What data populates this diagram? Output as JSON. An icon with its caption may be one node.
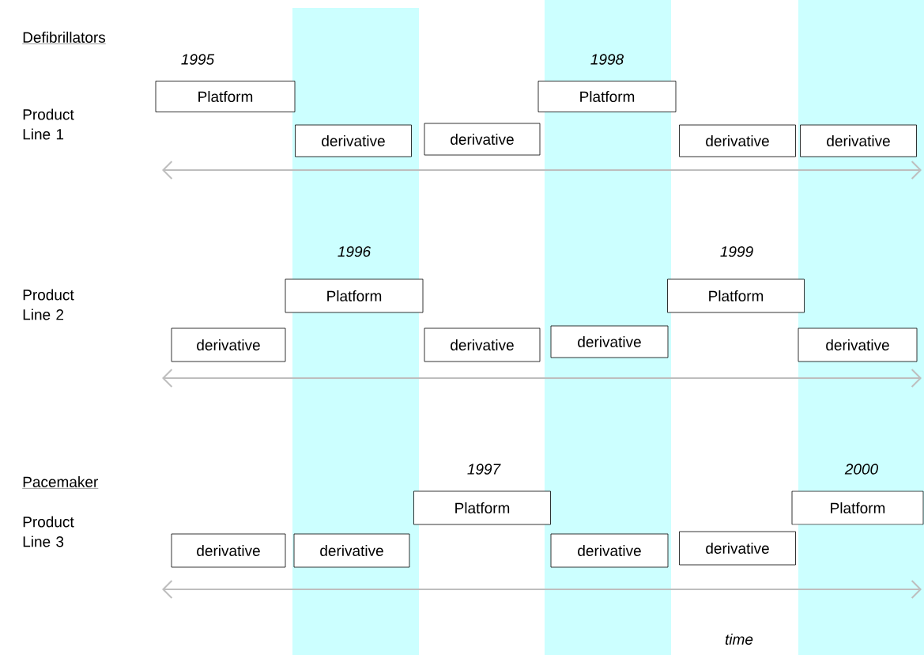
{
  "diagram": {
    "nodes": [
      {
        "text": [
          "Platform"
        ]
      },
      {
        "text": [
          "derivative"
        ]
      },
      {
        "text": [
          "derivative"
        ]
      },
      {
        "text": [
          "Platform"
        ]
      },
      {
        "text": [
          "derivative"
        ]
      },
      {
        "text": [
          "derivative"
        ]
      },
      {
        "text": [
          "derivative"
        ]
      },
      {
        "text": [
          "Platform"
        ]
      },
      {
        "text": [
          "derivative"
        ]
      },
      {
        "text": [
          "derivative"
        ]
      },
      {
        "text": [
          "Platform"
        ]
      },
      {
        "text": [
          "derivative"
        ]
      },
      {
        "text": [
          "Platform"
        ]
      },
      {
        "text": [
          "Platform"
        ]
      },
      {
        "text": [
          "derivative"
        ]
      },
      {
        "text": [
          "derivative"
        ]
      },
      {
        "text": [
          "derivative"
        ]
      },
      {
        "text": [
          "derivative"
        ]
      }
    ],
    "labels": [
      "Defibrillators",
      "1995",
      "1998",
      "Product Line 1",
      "1996",
      "1999",
      "Product Line 2",
      "Pacemaker",
      "1997",
      "2000",
      "Product Line 3",
      "time"
    ]
  }
}
